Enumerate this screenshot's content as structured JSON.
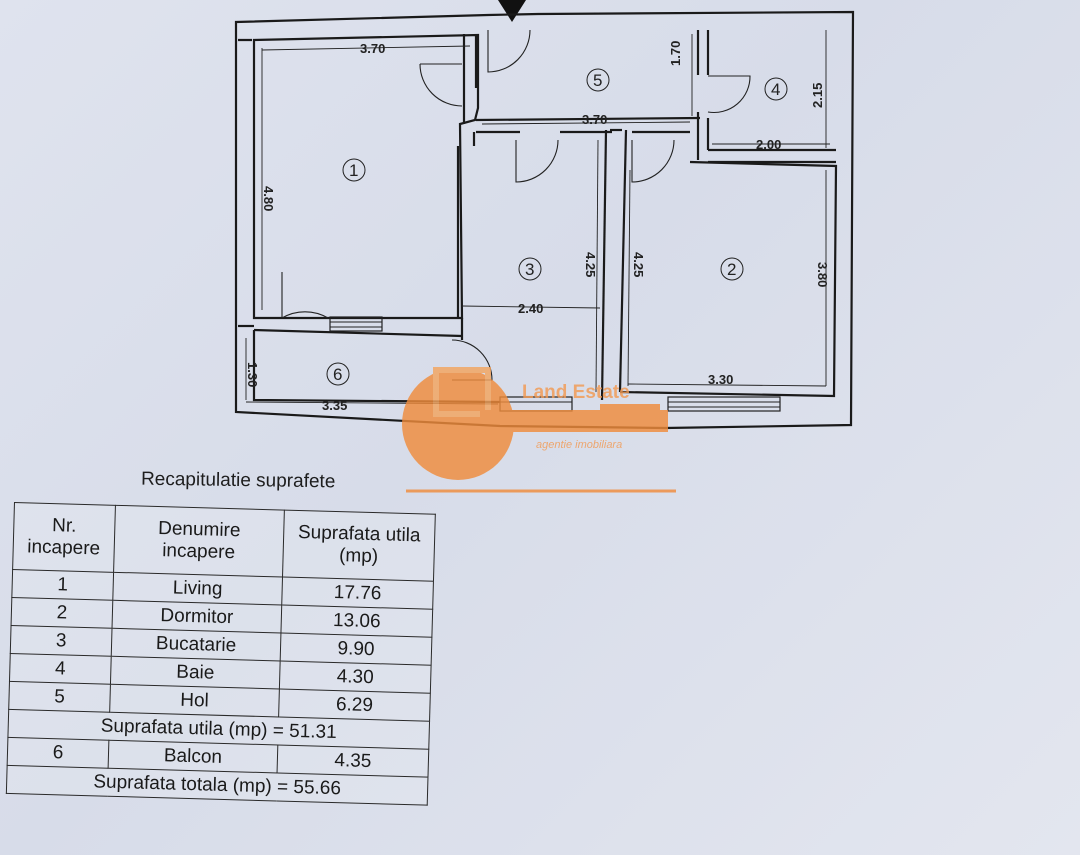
{
  "plan": {
    "dimensions": {
      "d_370_top": "3.70",
      "d_480": "4.80",
      "d_170": "1.70",
      "d_215": "2.15",
      "d_370_hall": "3.70",
      "d_200": "2.00",
      "d_425_a": "4.25",
      "d_425_b": "4.25",
      "d_380": "3.80",
      "d_240": "2.40",
      "d_330": "3.30",
      "d_130": "1.30",
      "d_335": "3.35"
    },
    "rooms": {
      "r1": "1",
      "r2": "2",
      "r3": "3",
      "r4": "4",
      "r5": "5",
      "r6": "6"
    }
  },
  "watermark": {
    "name": "Land Estate",
    "tagline": "agentie imobiliara",
    "color": "#f08c3c"
  },
  "table": {
    "caption": "Recapitulatie suprafete",
    "headers": {
      "nr_line1": "Nr.",
      "nr_line2": "incapere",
      "name_line1": "Denumire",
      "name_line2": "incapere",
      "area_line1": "Suprafata utila",
      "area_line2": "(mp)"
    },
    "rows": [
      {
        "nr": "1",
        "name": "Living",
        "area": "17.76"
      },
      {
        "nr": "2",
        "name": "Dormitor",
        "area": "13.06"
      },
      {
        "nr": "3",
        "name": "Bucatarie",
        "area": "9.90"
      },
      {
        "nr": "4",
        "name": "Baie",
        "area": "4.30"
      },
      {
        "nr": "5",
        "name": "Hol",
        "area": "6.29"
      }
    ],
    "subtotal": "Suprafata utila (mp) = 51.31",
    "balcony": {
      "nr": "6",
      "name": "Balcon",
      "area": "4.35"
    },
    "total": "Suprafata totala (mp) = 55.66"
  }
}
